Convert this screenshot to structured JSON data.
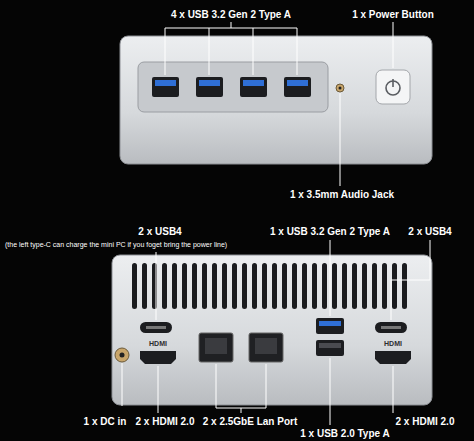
{
  "diagram": {
    "labels": [
      "4 x USB 3.2 Gen 2 Type A",
      "1 x Power Button",
      "1 x 3.5mm Audio Jack",
      "2 x USB4",
      "(the left type-C can charge the mini PC if you foget bring the power line)",
      "1 x USB 3.2 Gen 2 Type A",
      "2 x USB4",
      "HDMI",
      "HDMI",
      "1 x DC in",
      "2 x HDMI 2.0",
      "2 x 2.5GbE Lan Port",
      "1 x USB 2.0 Type A",
      "2 x HDMI 2.0"
    ]
  }
}
